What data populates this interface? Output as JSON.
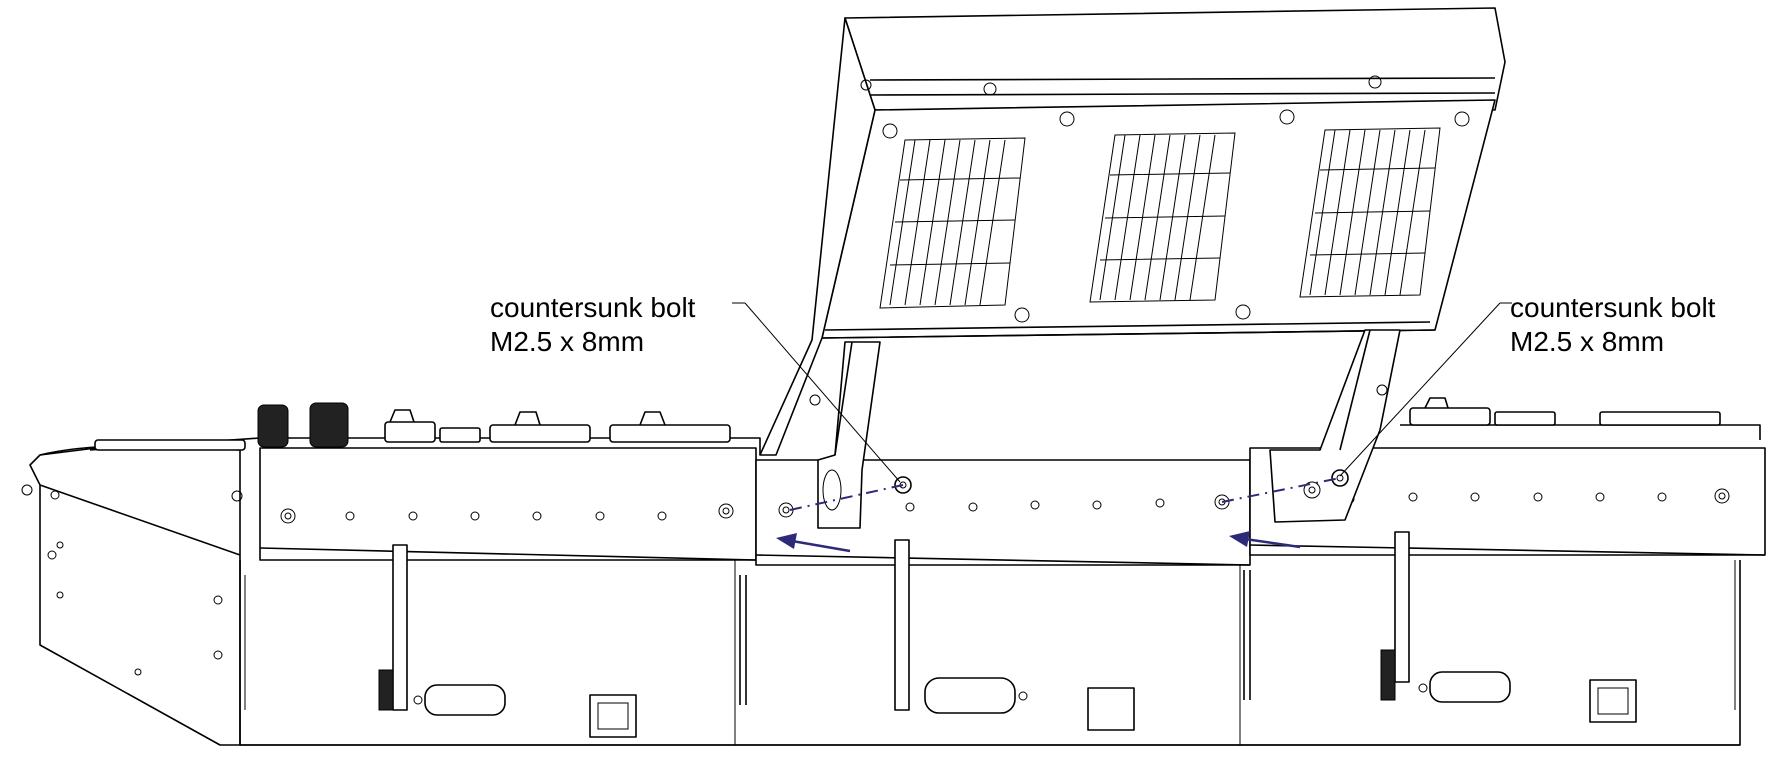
{
  "callouts": [
    {
      "line1": "countersunk bolt",
      "line2": "M2.5 x 8mm"
    },
    {
      "line1": "countersunk bolt",
      "line2": "M2.5 x 8mm"
    }
  ],
  "colors": {
    "arrow": "#2e2a7a",
    "line": "#000000",
    "background": "#ffffff"
  }
}
